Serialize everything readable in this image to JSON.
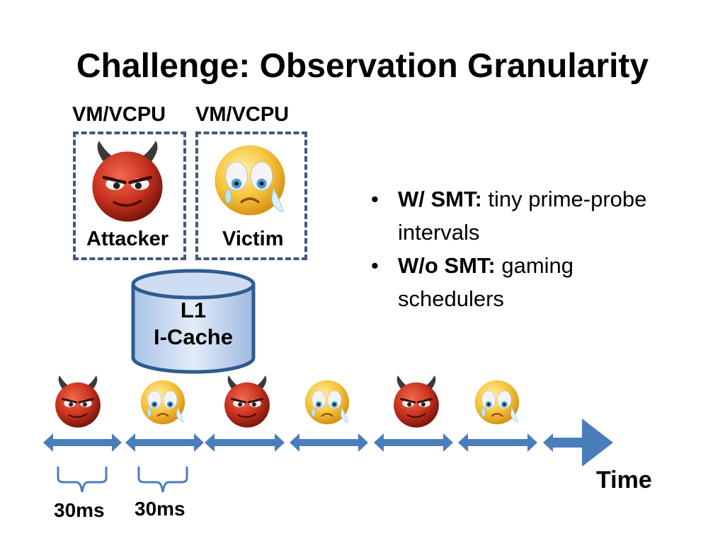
{
  "title": "Challenge: Observation Granularity",
  "vms": [
    {
      "label": "VM/VCPU",
      "name": "Attacker",
      "face": "devil-face-icon"
    },
    {
      "label": "VM/VCPU",
      "name": "Victim",
      "face": "crying-face-icon"
    }
  ],
  "cache": {
    "line1": "L1",
    "line2": "I-Cache"
  },
  "bullets": [
    {
      "bold": "W/ SMT:",
      "text": " tiny prime-probe intervals"
    },
    {
      "bold": "W/o SMT:",
      "text": " gaming schedulers"
    }
  ],
  "timeline": {
    "sequence": [
      "attacker",
      "victim",
      "attacker",
      "victim",
      "attacker",
      "victim"
    ],
    "interval_labels": [
      "30ms",
      "30ms"
    ],
    "axis_label": "Time"
  },
  "colors": {
    "segment": "#4a7ebb",
    "box_border": "#3e5a7a",
    "cache_fill": "#c5d6ef",
    "cache_stroke": "#2f5c8f"
  }
}
